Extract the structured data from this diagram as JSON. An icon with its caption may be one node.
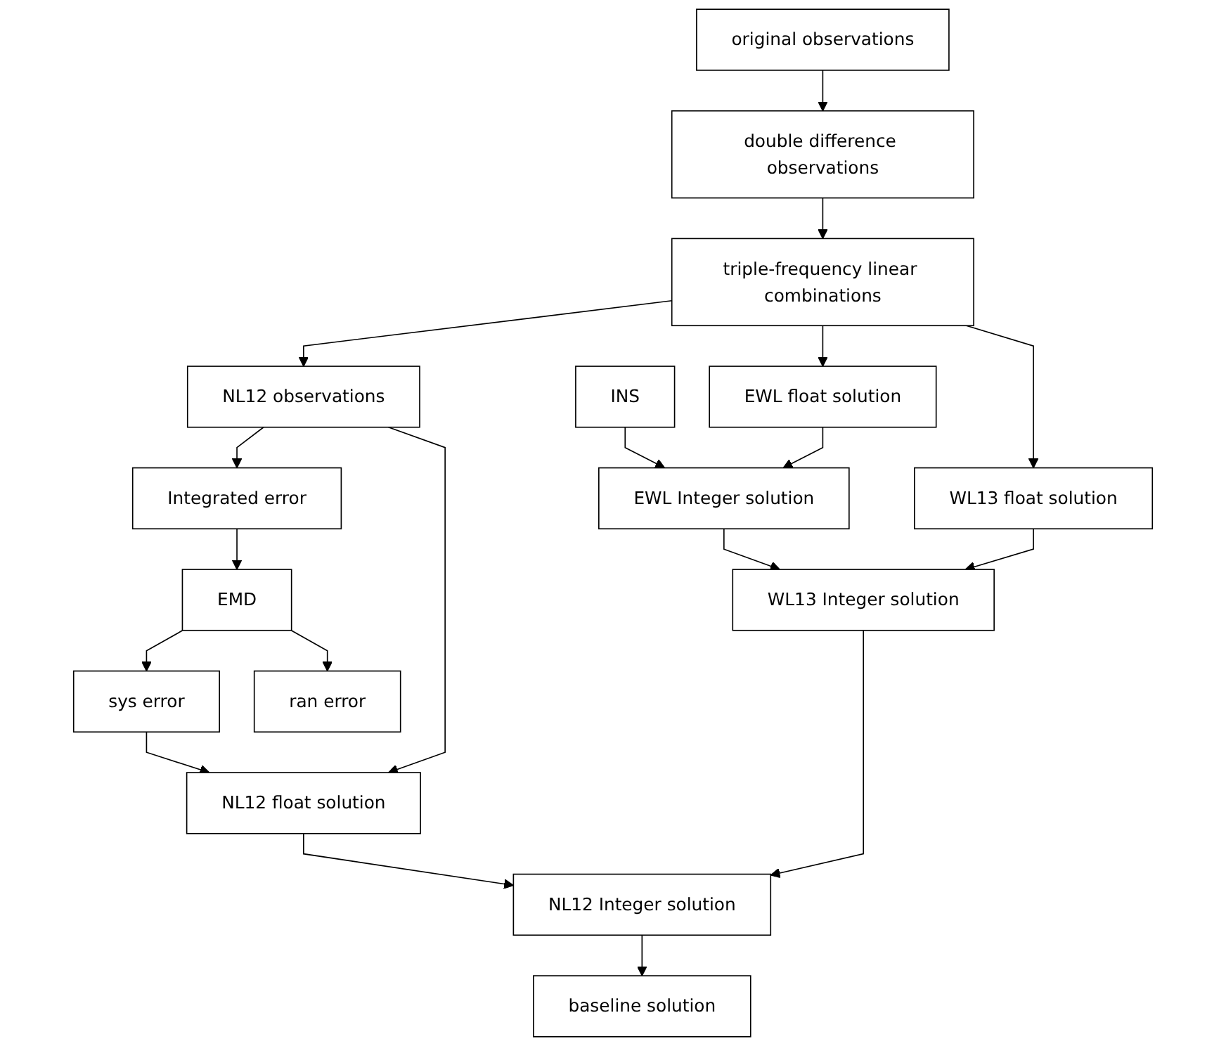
{
  "diagram": {
    "nodes": [
      {
        "text": [
          "original observations"
        ]
      },
      {
        "text": [
          "double difference observations"
        ]
      },
      {
        "text": [
          "triple-frequency linear combinations"
        ]
      },
      {
        "text": [
          "EWL float solution"
        ]
      },
      {
        "text": [
          "WL13 float solution"
        ]
      },
      {
        "text": [
          "NL12 observations"
        ]
      },
      {
        "text": [
          "EWL Integer solution"
        ]
      },
      {
        "text": [
          "WL13 Integer solution"
        ]
      },
      {
        "text": [
          "Integrated error"
        ]
      },
      {
        "text": [
          "INS"
        ]
      },
      {
        "text": [
          "NL12 float solution"
        ]
      },
      {
        "text": [
          "EMD"
        ]
      },
      {
        "text": [
          "NL12 Integer solution"
        ]
      },
      {
        "text": [
          "sys error"
        ]
      },
      {
        "text": [
          "ran error"
        ]
      },
      {
        "text": [
          "baseline solution"
        ]
      }
    ],
    "edges": [
      {
        "from": 0,
        "to": 1,
        "arrow": "to"
      },
      {
        "from": 1,
        "to": 2,
        "arrow": "to"
      },
      {
        "from": 2,
        "to": 3,
        "arrow": "to"
      },
      {
        "from": 2,
        "to": 4,
        "arrow": "to"
      },
      {
        "from": 2,
        "to": 5,
        "arrow": "to"
      },
      {
        "from": 3,
        "to": 6,
        "arrow": "to"
      },
      {
        "from": 4,
        "to": 7,
        "arrow": "to"
      },
      {
        "from": 5,
        "to": 8,
        "arrow": "to"
      },
      {
        "from": 5,
        "to": 10,
        "arrow": "to"
      },
      {
        "from": 6,
        "to": 7,
        "arrow": "to"
      },
      {
        "from": 9,
        "to": 6,
        "arrow": "to"
      },
      {
        "from": 8,
        "to": 11,
        "arrow": "to"
      },
      {
        "from": 7,
        "to": 12,
        "arrow": "to"
      },
      {
        "from": 10,
        "to": 12,
        "arrow": "to"
      },
      {
        "from": 13,
        "to": 10,
        "arrow": "to"
      },
      {
        "from": 11,
        "to": 13,
        "arrow": "to"
      },
      {
        "from": 11,
        "to": 14,
        "arrow": "to"
      },
      {
        "from": 12,
        "to": 15,
        "arrow": "to"
      }
    ]
  }
}
